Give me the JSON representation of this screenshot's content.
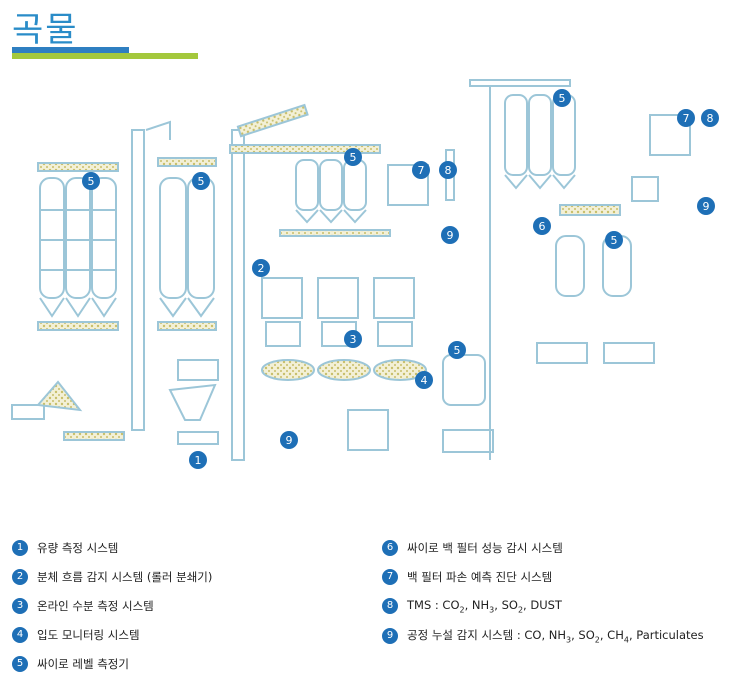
{
  "title": "곡물",
  "colors": {
    "accent_blue": "#2f7fc1",
    "accent_green": "#a4c83c",
    "line": "#9cc6d8",
    "marker": "#1e6fb6"
  },
  "diagram_markers": [
    "5",
    "5",
    "5",
    "7",
    "8",
    "9",
    "2",
    "3",
    "4",
    "5",
    "1",
    "9",
    "5",
    "7",
    "8",
    "9",
    "6",
    "5"
  ],
  "legend": [
    {
      "num": "1",
      "text": "유량 측정 시스템"
    },
    {
      "num": "2",
      "text": "분체 흐름 감지 시스템 (롤러 분쇄기)"
    },
    {
      "num": "3",
      "text": "온라인 수분 측정 시스템"
    },
    {
      "num": "4",
      "text": "입도 모니터링 시스템"
    },
    {
      "num": "5",
      "text": "싸이로 레벨 측정기"
    },
    {
      "num": "6",
      "text": "싸이로 백 필터 성능 감시 시스템"
    },
    {
      "num": "7",
      "text": "백 필터 파손 예측 진단 시스템"
    },
    {
      "num": "8",
      "text": "TMS : CO",
      "parts": [
        "TMS : CO",
        "2",
        ", NH",
        "3",
        ", SO",
        "2",
        ", DUST"
      ]
    },
    {
      "num": "9",
      "text": "공정 누설 감지 시스템 : CO, NH",
      "parts": [
        "공정 누설 감지 시스템 : CO, NH",
        "3",
        ", SO",
        "2",
        ", CH",
        "4",
        ", Particulates"
      ]
    }
  ]
}
